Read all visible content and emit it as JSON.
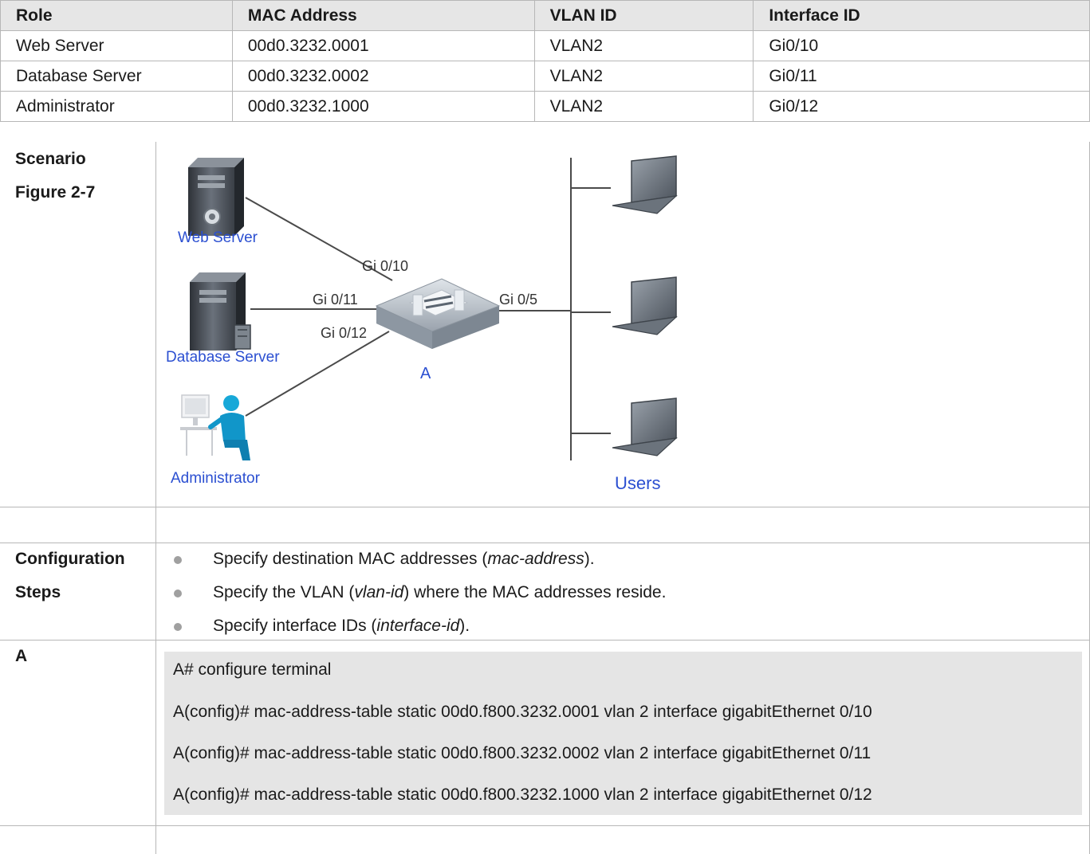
{
  "table": {
    "headers": [
      "Role",
      "MAC Address",
      "VLAN ID",
      "Interface ID"
    ],
    "rows": [
      [
        "Web Server",
        "00d0.3232.0001",
        "VLAN2",
        "Gi0/10"
      ],
      [
        "Database Server",
        "00d0.3232.0002",
        "VLAN2",
        "Gi0/11"
      ],
      [
        "Administrator",
        "00d0.3232.1000",
        "VLAN2",
        "Gi0/12"
      ]
    ]
  },
  "scenario": {
    "label_line1": "Scenario",
    "label_line2": "Figure 2-7",
    "figure": {
      "devices": {
        "web_server": "Web Server",
        "database_server": "Database Server",
        "administrator": "Administrator",
        "switch": "A",
        "users": "Users"
      },
      "ports": {
        "web": "Gi 0/10",
        "db": "Gi 0/11",
        "admin": "Gi 0/12",
        "users": "Gi 0/5"
      },
      "label_color": "#2b4fd1"
    }
  },
  "config": {
    "label_line1": "Configuration",
    "label_line2": "Steps",
    "steps": [
      {
        "pre": "Specify destination MAC addresses (",
        "em": "mac-address",
        "post": ")."
      },
      {
        "pre": "Specify the VLAN (",
        "em": "vlan-id",
        "post": ") where the MAC addresses reside."
      },
      {
        "pre": "Specify interface IDs (",
        "em": "interface-id",
        "post": ")."
      }
    ]
  },
  "device_a": {
    "label": "A",
    "code_lines": [
      "A# configure terminal",
      "A(config)# mac-address-table static 00d0.f800.3232.0001 vlan 2 interface gigabitEthernet 0/10",
      "A(config)# mac-address-table static 00d0.f800.3232.0002 vlan 2 interface gigabitEthernet 0/11",
      "A(config)# mac-address-table static 00d0.f800.3232.1000 vlan 2 interface gigabitEthernet 0/12"
    ]
  }
}
